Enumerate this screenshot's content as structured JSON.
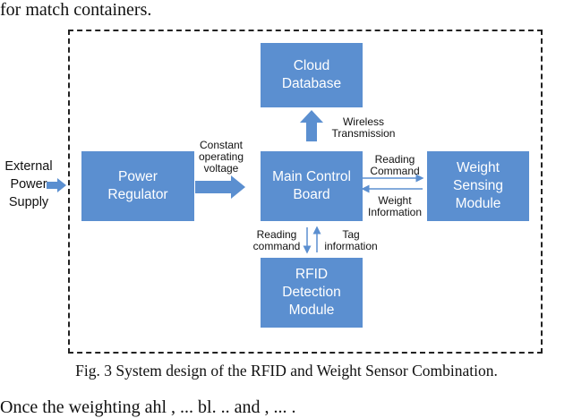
{
  "top_text": "for match containers.",
  "boxes": {
    "cloud": "Cloud\nDatabase",
    "power": "Power\nRegulator",
    "main": "Main Control\nBoard",
    "weight": "Weight\nSensing\nModule",
    "rfid": "RFID\nDetection\nModule"
  },
  "labels": {
    "external": "External\nPower\nSupply",
    "constant": "Constant\noperating\nvoltage",
    "wireless": "Wireless\nTransmission",
    "reading_command_right": "Reading\nCommand",
    "weight_information": "Weight\nInformation",
    "reading_command_down": "Reading\ncommand",
    "tag_information": "Tag\ninformation"
  },
  "caption": "Fig. 3 System design of the RFID and Weight Sensor Combination.",
  "bottom_text": "Once the weighting ahl , ... bl. .. and , ... .",
  "colors": {
    "box_fill": "#5b8fd0",
    "box_text": "#ffffff",
    "frame": "#222222"
  }
}
